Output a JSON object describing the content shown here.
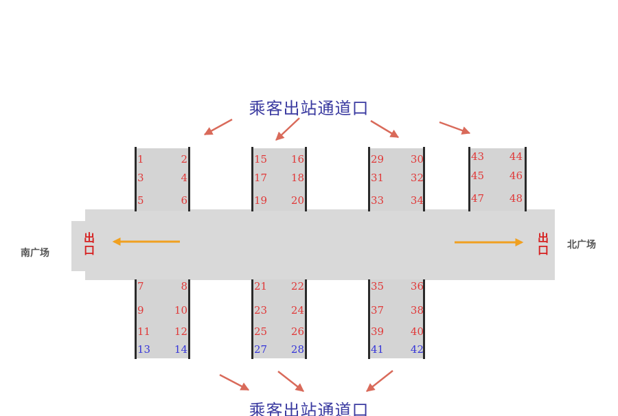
{
  "top_banner": "乘客出站通道口",
  "bottom_banner": "乘客出站通道口",
  "south_plaza": "南广场",
  "north_plaza": "北广场",
  "exit_label_left": "出口",
  "exit_label_right": "出口",
  "platforms": [
    {
      "top": [
        [
          "1",
          "2"
        ],
        [
          "3",
          "4"
        ],
        [
          "5",
          "6"
        ]
      ],
      "bottom": [
        [
          "7",
          "8"
        ],
        [
          "9",
          "10"
        ],
        [
          "11",
          "12"
        ],
        [
          "13",
          "14"
        ]
      ]
    },
    {
      "top": [
        [
          "15",
          "16"
        ],
        [
          "17",
          "18"
        ],
        [
          "19",
          "20"
        ]
      ],
      "bottom": [
        [
          "21",
          "22"
        ],
        [
          "23",
          "24"
        ],
        [
          "25",
          "26"
        ],
        [
          "27",
          "28"
        ]
      ]
    },
    {
      "top": [
        [
          "29",
          "30"
        ],
        [
          "31",
          "32"
        ],
        [
          "33",
          "34"
        ]
      ],
      "bottom": [
        [
          "35",
          "36"
        ],
        [
          "37",
          "38"
        ],
        [
          "39",
          "40"
        ],
        [
          "41",
          "42"
        ]
      ]
    },
    {
      "top": [
        [
          "43",
          "44"
        ],
        [
          "45",
          "46"
        ],
        [
          "47",
          "48"
        ]
      ],
      "bottom": []
    }
  ],
  "blue_numbers": [
    "13",
    "14",
    "27",
    "28",
    "41",
    "42"
  ],
  "colors": {
    "number": "#e03838",
    "number_highlight": "#3535d8",
    "banner": "#3a3aa0",
    "exit_arrow": "#f0a020",
    "passage_arrow": "#d96a5a",
    "exit_text": "#d62020"
  }
}
